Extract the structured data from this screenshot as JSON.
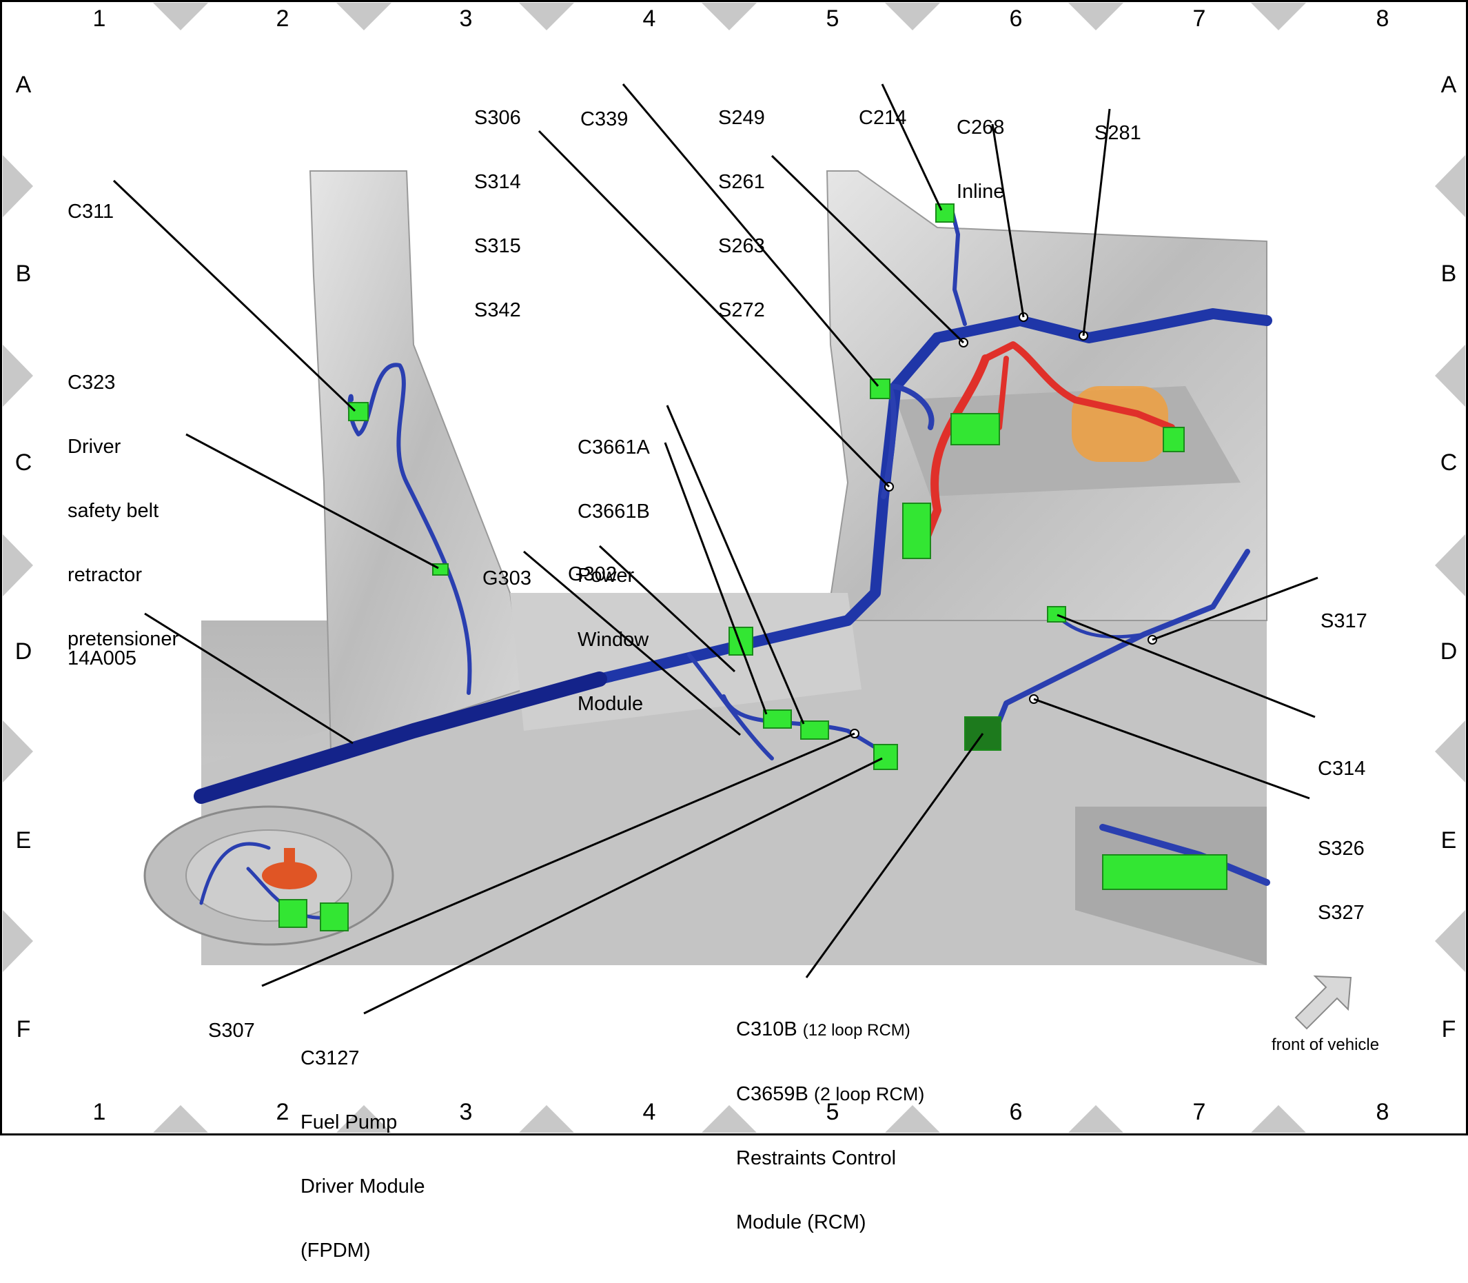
{
  "grid": {
    "columns": [
      "1",
      "2",
      "3",
      "4",
      "5",
      "6",
      "7",
      "8"
    ],
    "rows": [
      "A",
      "B",
      "C",
      "D",
      "E",
      "F"
    ]
  },
  "callouts": {
    "c311": [
      "C311"
    ],
    "c323": [
      "C323",
      "Driver",
      "safety belt",
      "retractor",
      "pretensioner"
    ],
    "a14a005": [
      "14A005"
    ],
    "s306": [
      "S306",
      "S314",
      "S315",
      "S342"
    ],
    "c339": [
      "C339"
    ],
    "s249": [
      "S249",
      "S261",
      "S263",
      "S272"
    ],
    "c214": [
      "C214"
    ],
    "c268": [
      "C268",
      "Inline"
    ],
    "s281": [
      "S281"
    ],
    "c3661": [
      "C3661A",
      "C3661B",
      "Power",
      "Window",
      "Module"
    ],
    "g303": [
      "G303"
    ],
    "g302": [
      "G302"
    ],
    "s317": [
      "S317"
    ],
    "c314": [
      "C314"
    ],
    "s326": [
      "S326",
      "S327"
    ],
    "s307": [
      "S307"
    ],
    "c3127": [
      "C3127",
      "Fuel Pump",
      "Driver Module",
      "(FPDM)"
    ],
    "c310b": {
      "line1": "C310B",
      "line1_note": "(12 loop RCM)",
      "line2": "C3659B",
      "line2_note": "(2 loop RCM)",
      "line3": "Restraints Control",
      "line4": "Module (RCM)"
    }
  },
  "front_of_vehicle": "front of vehicle",
  "colors": {
    "harness_blue": "#2a3fb0",
    "connector_green": "#33e633",
    "cable_red": "#e0302a",
    "body_gray": "#c8c8c8"
  }
}
